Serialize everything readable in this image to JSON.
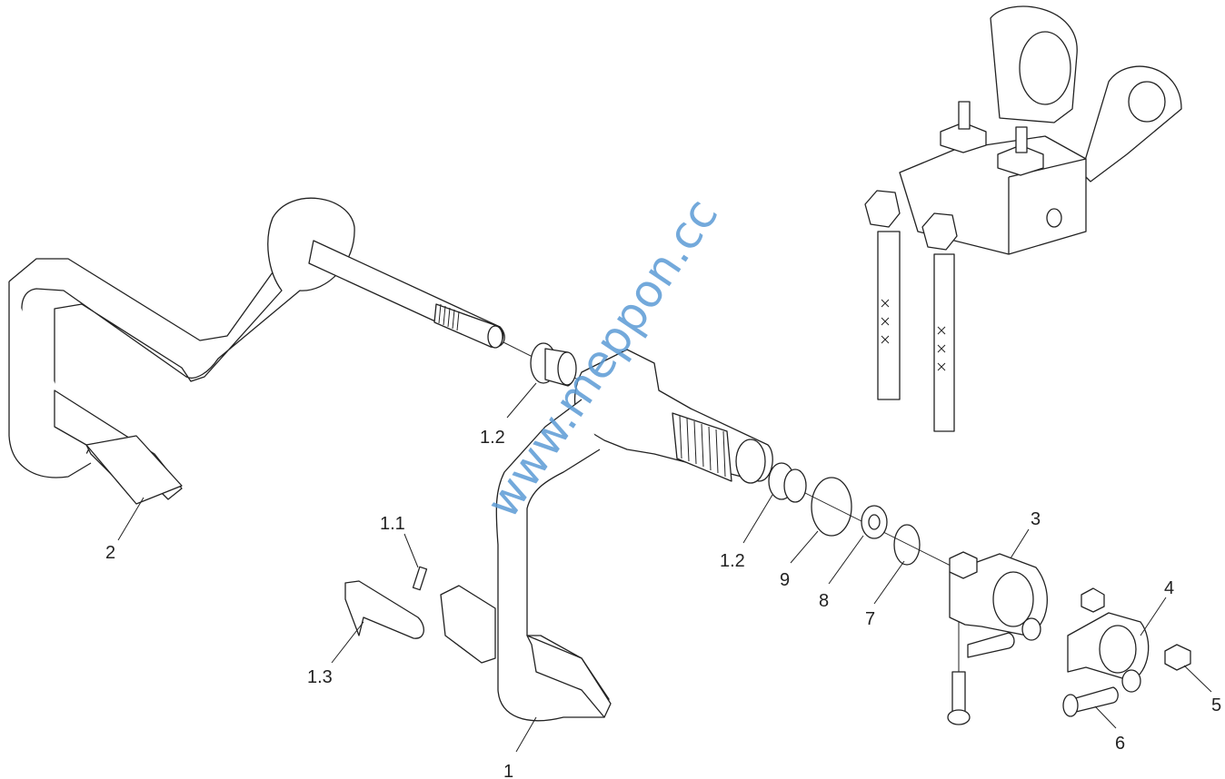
{
  "diagram": {
    "type": "exploded-parts-view",
    "watermark": "www.meppon.cc",
    "labels": [
      {
        "id": "2",
        "text": "2"
      },
      {
        "id": "1.2a",
        "text": "1.2"
      },
      {
        "id": "1.1",
        "text": "1.1"
      },
      {
        "id": "1.3",
        "text": "1.3"
      },
      {
        "id": "1",
        "text": "1"
      },
      {
        "id": "1.2b",
        "text": "1.2"
      },
      {
        "id": "9",
        "text": "9"
      },
      {
        "id": "8",
        "text": "8"
      },
      {
        "id": "7",
        "text": "7"
      },
      {
        "id": "3",
        "text": "3"
      },
      {
        "id": "4",
        "text": "4"
      },
      {
        "id": "5",
        "text": "5"
      },
      {
        "id": "6",
        "text": "6"
      }
    ]
  }
}
